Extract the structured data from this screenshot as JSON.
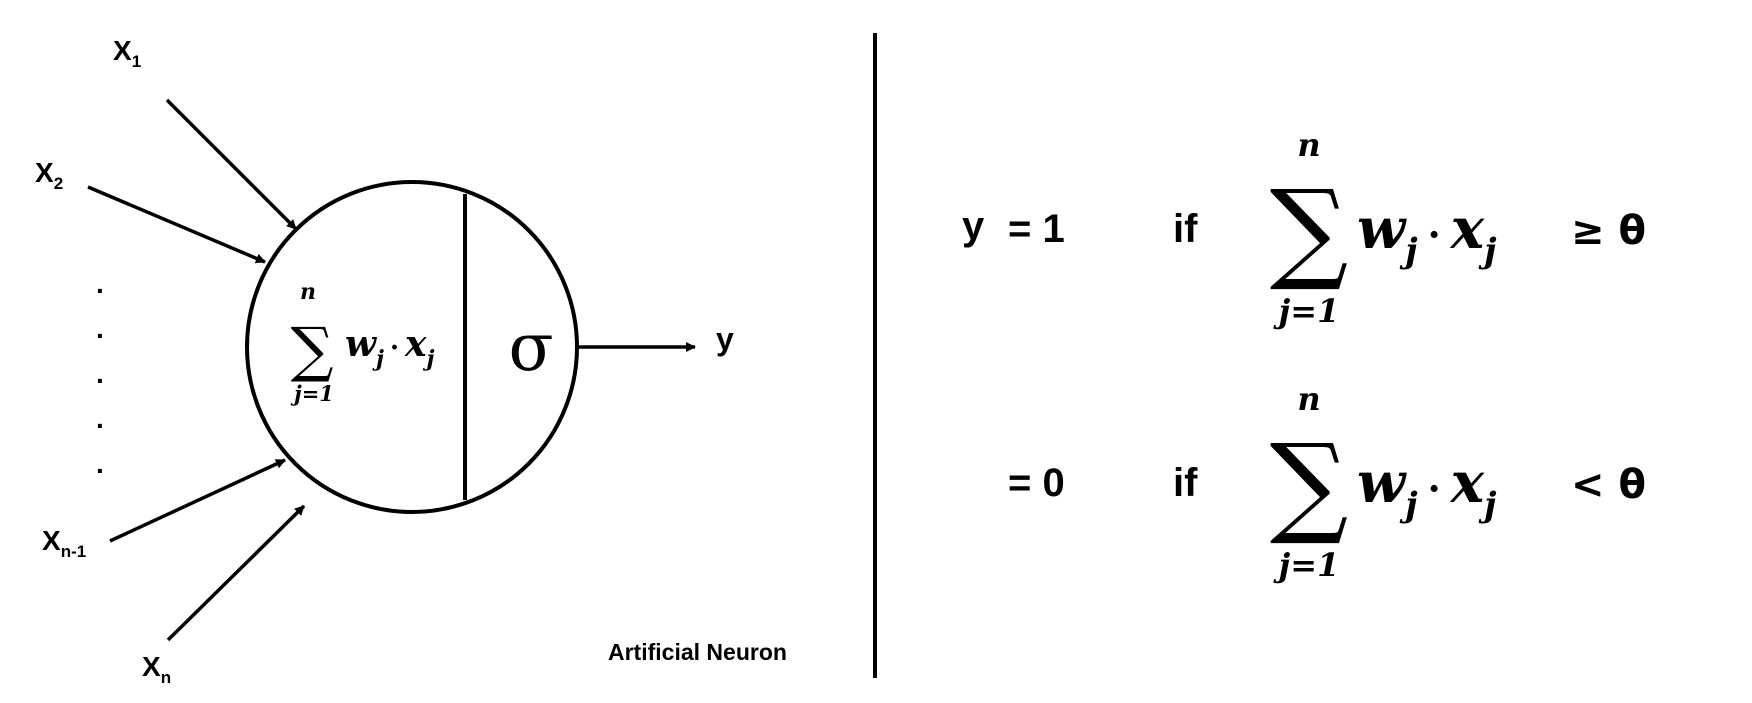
{
  "neuron": {
    "inputs": [
      {
        "base": "X",
        "sub": "1"
      },
      {
        "base": "X",
        "sub": "2"
      },
      {
        "base": "X",
        "sub": "n-1"
      },
      {
        "base": "X",
        "sub": "n"
      }
    ],
    "dots": [
      ".",
      ".",
      ".",
      ".",
      "."
    ],
    "sum": {
      "upper": "n",
      "symbol": "∑",
      "lower": "j=1",
      "w": "w",
      "x": "x",
      "sub": "j",
      "dot": "·"
    },
    "activation": "σ",
    "output": "y",
    "caption": "Artificial Neuron"
  },
  "rule": {
    "rows": [
      {
        "lhs": "y",
        "eq": "= 1",
        "cond": "if",
        "upper": "n",
        "symbol": "∑",
        "lower": "j=1",
        "w": "w",
        "x": "x",
        "sub": "j",
        "dot": "·",
        "relation": "≥ θ"
      },
      {
        "lhs": "",
        "eq": "= 0",
        "cond": "if",
        "upper": "n",
        "symbol": "∑",
        "lower": "j=1",
        "w": "w",
        "x": "x",
        "sub": "j",
        "dot": "·",
        "relation": "< θ"
      }
    ]
  }
}
